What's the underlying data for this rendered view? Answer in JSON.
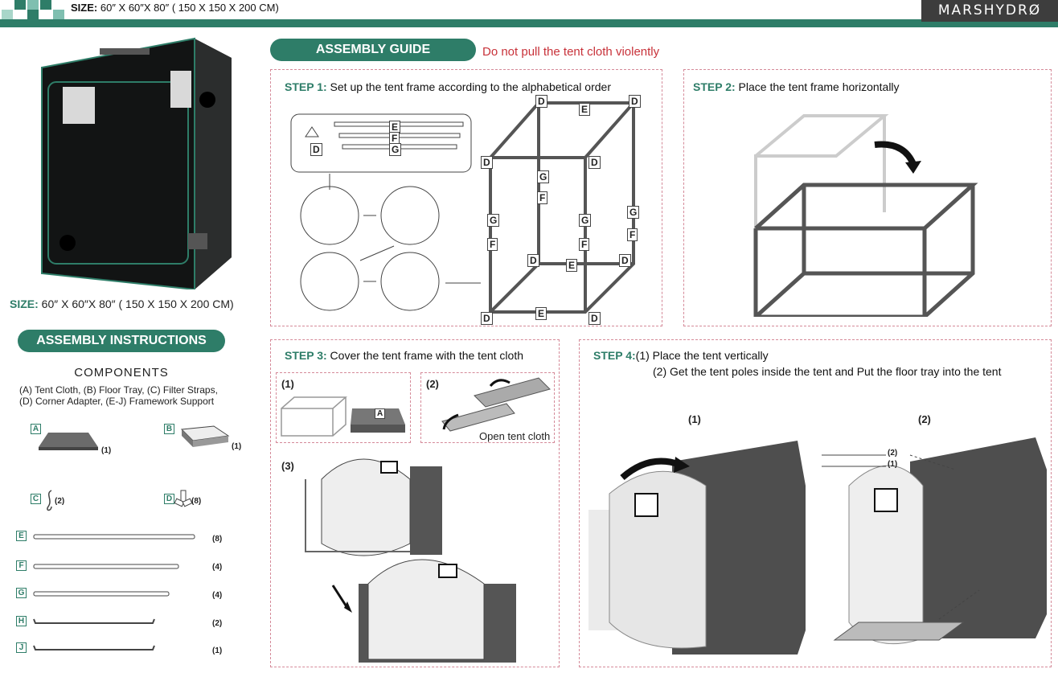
{
  "header": {
    "size_label": "SIZE:",
    "size_value": "60″ X 60″X 80″  ( 150 X 150 X 200 CM)",
    "brand": "MARSHYDRØ"
  },
  "colors": {
    "accent": "#2e7d68",
    "warning": "#c8323a",
    "panel_border": "#d58a99"
  },
  "left": {
    "size_label": "SIZE:",
    "size_value": "60″ X 60″X 80″  ( 150 X 150 X 200 CM)",
    "instructions_title": "ASSEMBLY INSTRUCTIONS",
    "components_title": "COMPONENTS",
    "components_line1": "(A) Tent Cloth,  (B) Floor Tray,  (C) Filter Straps,",
    "components_line2": "(D) Corner Adapter, (E-J) Framework Support",
    "components": [
      {
        "letter": "A",
        "qty": "(1)"
      },
      {
        "letter": "B",
        "qty": "(1)"
      },
      {
        "letter": "C",
        "qty": "(2)"
      },
      {
        "letter": "D",
        "qty": "(8)"
      },
      {
        "letter": "E",
        "qty": "(8)"
      },
      {
        "letter": "F",
        "qty": "(4)"
      },
      {
        "letter": "G",
        "qty": "(4)"
      },
      {
        "letter": "H",
        "qty": "(2)"
      },
      {
        "letter": "J",
        "qty": "(1)"
      }
    ]
  },
  "guide": {
    "title": "ASSEMBLY GUIDE",
    "warning": "Do not pull the tent cloth violently",
    "step1": {
      "label": "STEP 1:",
      "text": " Set up the tent frame according to the alphabetical order"
    },
    "step2": {
      "label": "STEP 2:",
      "text": " Place the tent frame horizontally"
    },
    "step3": {
      "label": "STEP 3:",
      "text": " Cover the tent frame with the tent cloth",
      "sub1": "(1)",
      "sub2": "(2)",
      "sub3": "(3)",
      "open_caption": "Open tent cloth",
      "a_tag": "A"
    },
    "step4": {
      "label": "STEP 4:",
      "text1": "(1) Place the tent vertically",
      "text2": "(2) Get the tent poles inside the tent and Put the floor tray into the tent",
      "sub1": "(1)",
      "sub2": "(2)",
      "pole2": "(2)",
      "pole1": "(1)"
    },
    "frame_letters": {
      "d": "D",
      "e": "E",
      "f": "F",
      "g": "G"
    }
  }
}
